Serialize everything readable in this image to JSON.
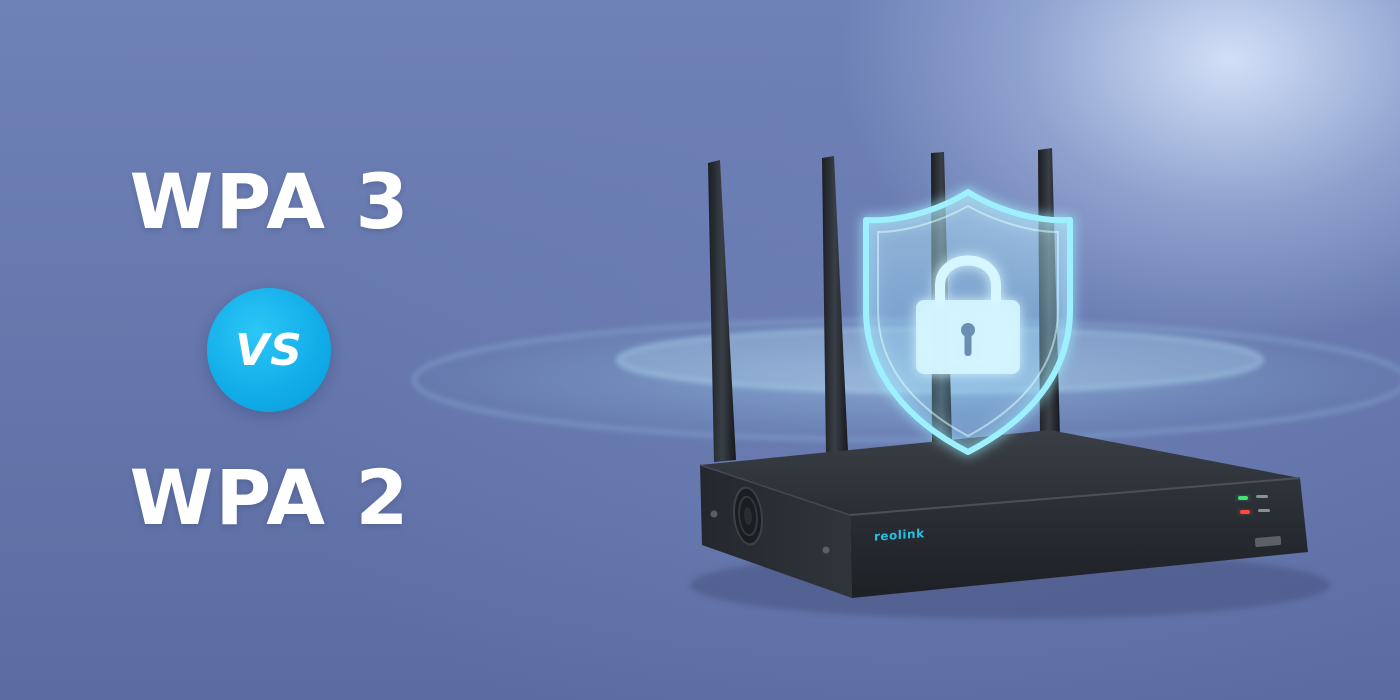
{
  "headline": {
    "top_text": "WPA 3",
    "vs_text": "VS",
    "bottom_text": "WPA 2"
  },
  "router": {
    "brand": "reolink",
    "antenna_count": 4,
    "status_leds": [
      "green",
      "red"
    ]
  },
  "icons": {
    "shield": "shield-icon",
    "lock": "padlock-icon",
    "fan": "fan-vent-icon"
  },
  "colors": {
    "background": "#6678ad",
    "badge": "#11ace8",
    "headline_text": "#ffffff",
    "shield_glow": "#8fe6ff",
    "wave_ring": "#9fdcf5",
    "router_body": "#2b2f35",
    "brand_text": "#27c0e6",
    "led_green": "#45e07a",
    "led_red": "#ff4a3a"
  }
}
